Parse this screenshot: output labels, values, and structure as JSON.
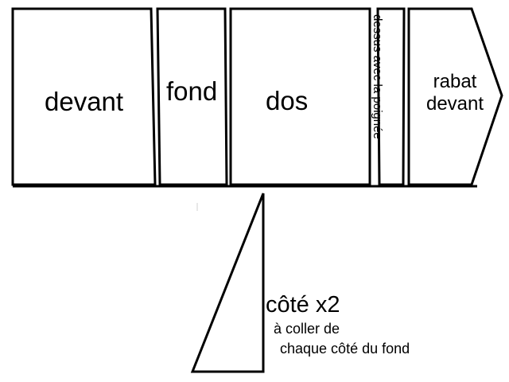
{
  "panels": {
    "devant": "devant",
    "fond": "fond",
    "dos": "dos",
    "dessus": "dessus avec la poignée",
    "rabat": "rabat devant"
  },
  "side_piece": {
    "title": "côté x2",
    "note_line1": "à coller de",
    "note_line2": "chaque côté du fond"
  },
  "colors": {
    "line": "#000000",
    "background": "#ffffff"
  }
}
